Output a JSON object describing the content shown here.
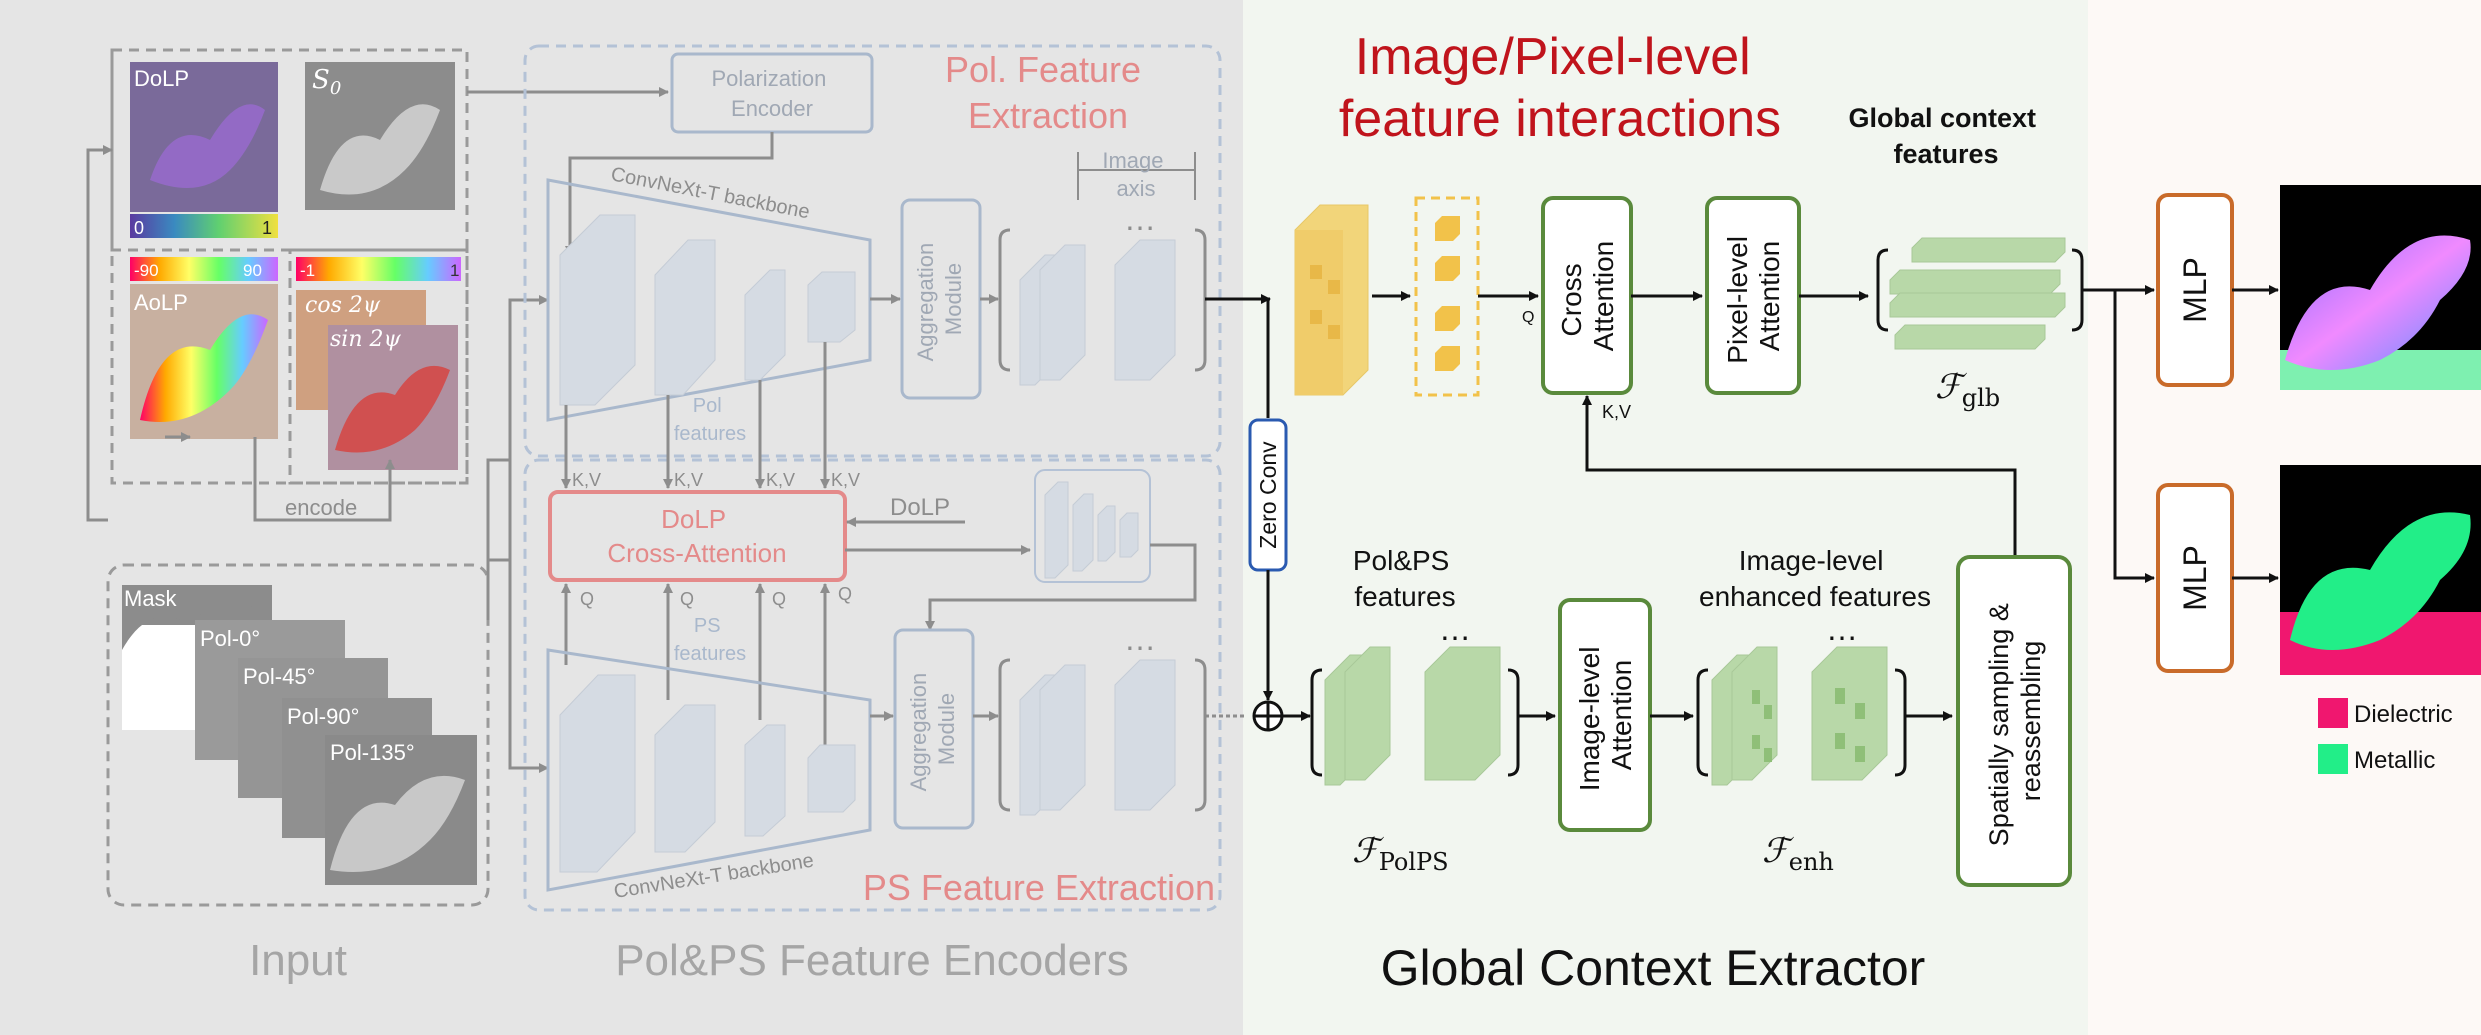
{
  "sections": {
    "input": "Input",
    "encoders": "Pol&PS Feature Encoders",
    "extractor": "Global Context Extractor"
  },
  "input_panel": {
    "dolp_label": "DoLP",
    "dolp_min": "0",
    "dolp_max": "1",
    "s0_label": "S",
    "s0_sub": "0",
    "aolp_label": "AoLP",
    "aolp_min": "-90",
    "aolp_max": "90",
    "cos_min": "-1",
    "cos_max": "1",
    "cos_label": "cos 2ψ",
    "sin_label": "sin 2ψ",
    "encode_label": "encode",
    "mask_label": "Mask",
    "pol_labels": [
      "Pol-0°",
      "Pol-45°",
      "Pol-90°",
      "Pol-135°"
    ]
  },
  "encoders_panel": {
    "polarization_encoder": [
      "Polarization",
      "Encoder"
    ],
    "pol_feature_extraction": [
      "Pol. Feature",
      "Extraction"
    ],
    "image_axis": [
      "Image",
      "axis"
    ],
    "backbone_top": "ConvNeXt-T backbone",
    "backbone_bottom": "ConvNeXt-T backbone",
    "aggregation": [
      "Aggregation",
      "Module"
    ],
    "pol_features": [
      "Pol",
      "features"
    ],
    "ps_features": [
      "PS",
      "features"
    ],
    "kv": "K,V",
    "q": "Q",
    "dolp_cross_attention": [
      "DoLP",
      "Cross-Attention"
    ],
    "dolp_input": "DoLP",
    "ps_feature_extraction": "PS Feature Extraction",
    "dots": "…"
  },
  "extractor_panel": {
    "title": [
      "Image/Pixel-level",
      "feature interactions"
    ],
    "global_context_label": [
      "Global context",
      "features"
    ],
    "cross_attention": [
      "Cross",
      "Attention"
    ],
    "pixel_attention": [
      "Pixel-level",
      "Attention"
    ],
    "q": "Q",
    "kv": "K,V",
    "f_glb": "glb",
    "zero_conv": "Zero Conv",
    "polps_features": [
      "Pol&PS",
      "features"
    ],
    "image_attention": [
      "Image-level",
      "Attention"
    ],
    "enhanced_features": [
      "Image-level",
      "enhanced features"
    ],
    "sampling": [
      "Spatially sampling &",
      "reassembling"
    ],
    "f_polps": "PolPS",
    "f_enh": "enh",
    "f_symbol": "ℱ",
    "dots": "…"
  },
  "outputs": {
    "mlp": "MLP",
    "legend": [
      {
        "label": "Dielectric",
        "color": "#f0176f"
      },
      {
        "label": "Metallic",
        "color": "#22ee88"
      }
    ]
  },
  "colors": {
    "left_bg": "#e5e5e5",
    "mid_bg": "#f2f6f0",
    "title_red": "#c0141c",
    "pink": "#e48a8a",
    "blue_gray": "#a9b8cc",
    "green_box": "#5a8a3c",
    "orange_box": "#c96b2a",
    "feature_green": "#b8d8a8",
    "yellow": "#f2d57a"
  }
}
